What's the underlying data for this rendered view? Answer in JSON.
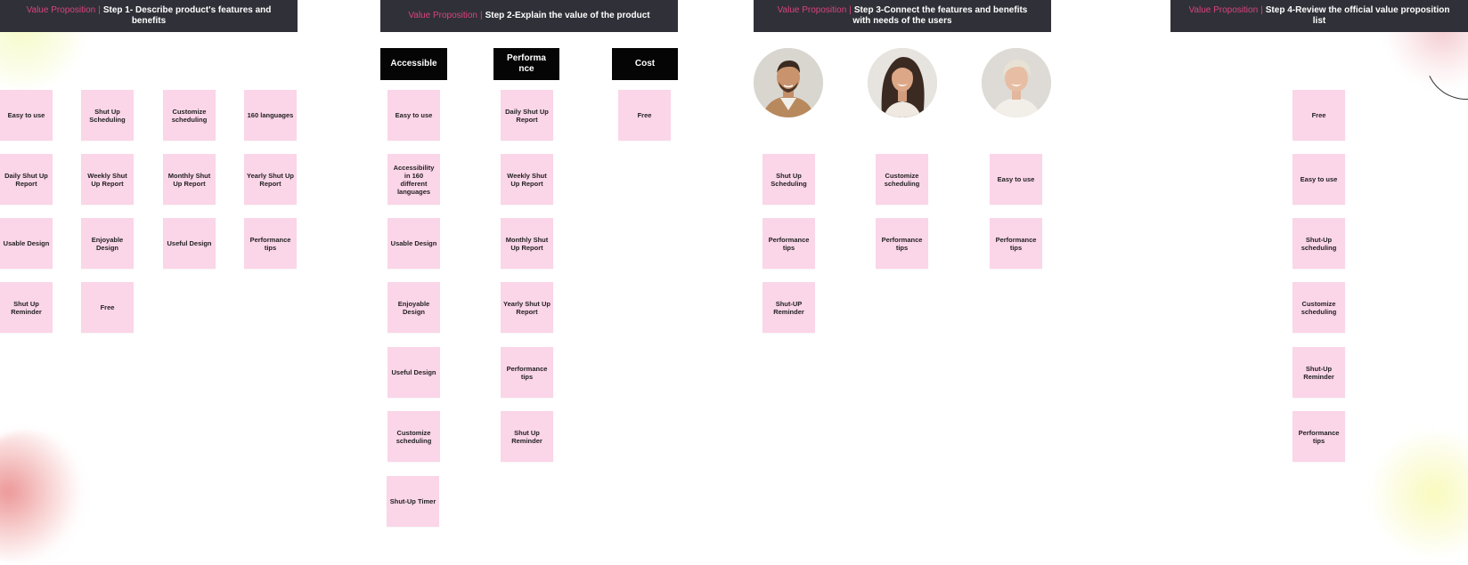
{
  "headers": {
    "step1": {
      "accent": "Value Proposition",
      "sep": "|",
      "text": "Step 1- Describe product's features and benefits"
    },
    "step2": {
      "accent": "Value Proposition",
      "sep": "|",
      "text": "Step 2-Explain the value of the product"
    },
    "step3": {
      "accent": "Value Proposition",
      "sep": "|",
      "text": "Step 3-Connect the features and benefits with needs of the users"
    },
    "step4": {
      "accent": "Value Proposition",
      "sep": "|",
      "text": "Step 4-Review the official value proposition list"
    }
  },
  "step1": {
    "notes": [
      "Easy to use",
      "Shut Up Scheduling",
      "Customize scheduling",
      "160 languages",
      "Daily Shut Up Report",
      "Weekly Shut Up Report",
      "Monthly Shut Up Report",
      "Yearly Shut Up Report",
      "Usable Design",
      "Enjoyable Design",
      "Useful Design",
      "Performance tips",
      "Shut Up Reminder",
      "Free"
    ]
  },
  "step2": {
    "categories": [
      "Accessible",
      "Performa nce",
      "Cost"
    ],
    "accessible": [
      "Easy to use",
      "Accessibility in 160 different languages",
      "Usable Design",
      "Enjoyable Design",
      "Useful Design",
      "Customize scheduling",
      "Shut-Up Timer"
    ],
    "performance": [
      "Daily Shut Up Report",
      "Weekly Shut Up Report",
      "Monthly Shut Up  Report",
      "Yearly Shut Up Report",
      "Performance tips",
      "Shut Up Reminder"
    ],
    "cost": [
      "Free"
    ]
  },
  "step3": {
    "user1": [
      "Shut Up Scheduling",
      "Performance tips",
      "Shut-UP Reminder"
    ],
    "user2": [
      "Customize scheduling",
      "Performance tips"
    ],
    "user3": [
      "Easy to use",
      "Performance tips"
    ]
  },
  "step4": {
    "list": [
      "Free",
      "Easy to use",
      "Shut-Up scheduling",
      "Customize scheduling",
      "Shut-Up Reminder",
      "Performance tips"
    ]
  },
  "colors": {
    "header_bg": "#303038",
    "accent": "#d9447e",
    "sticky": "#fbd5e8",
    "category_bg": "#050505"
  }
}
